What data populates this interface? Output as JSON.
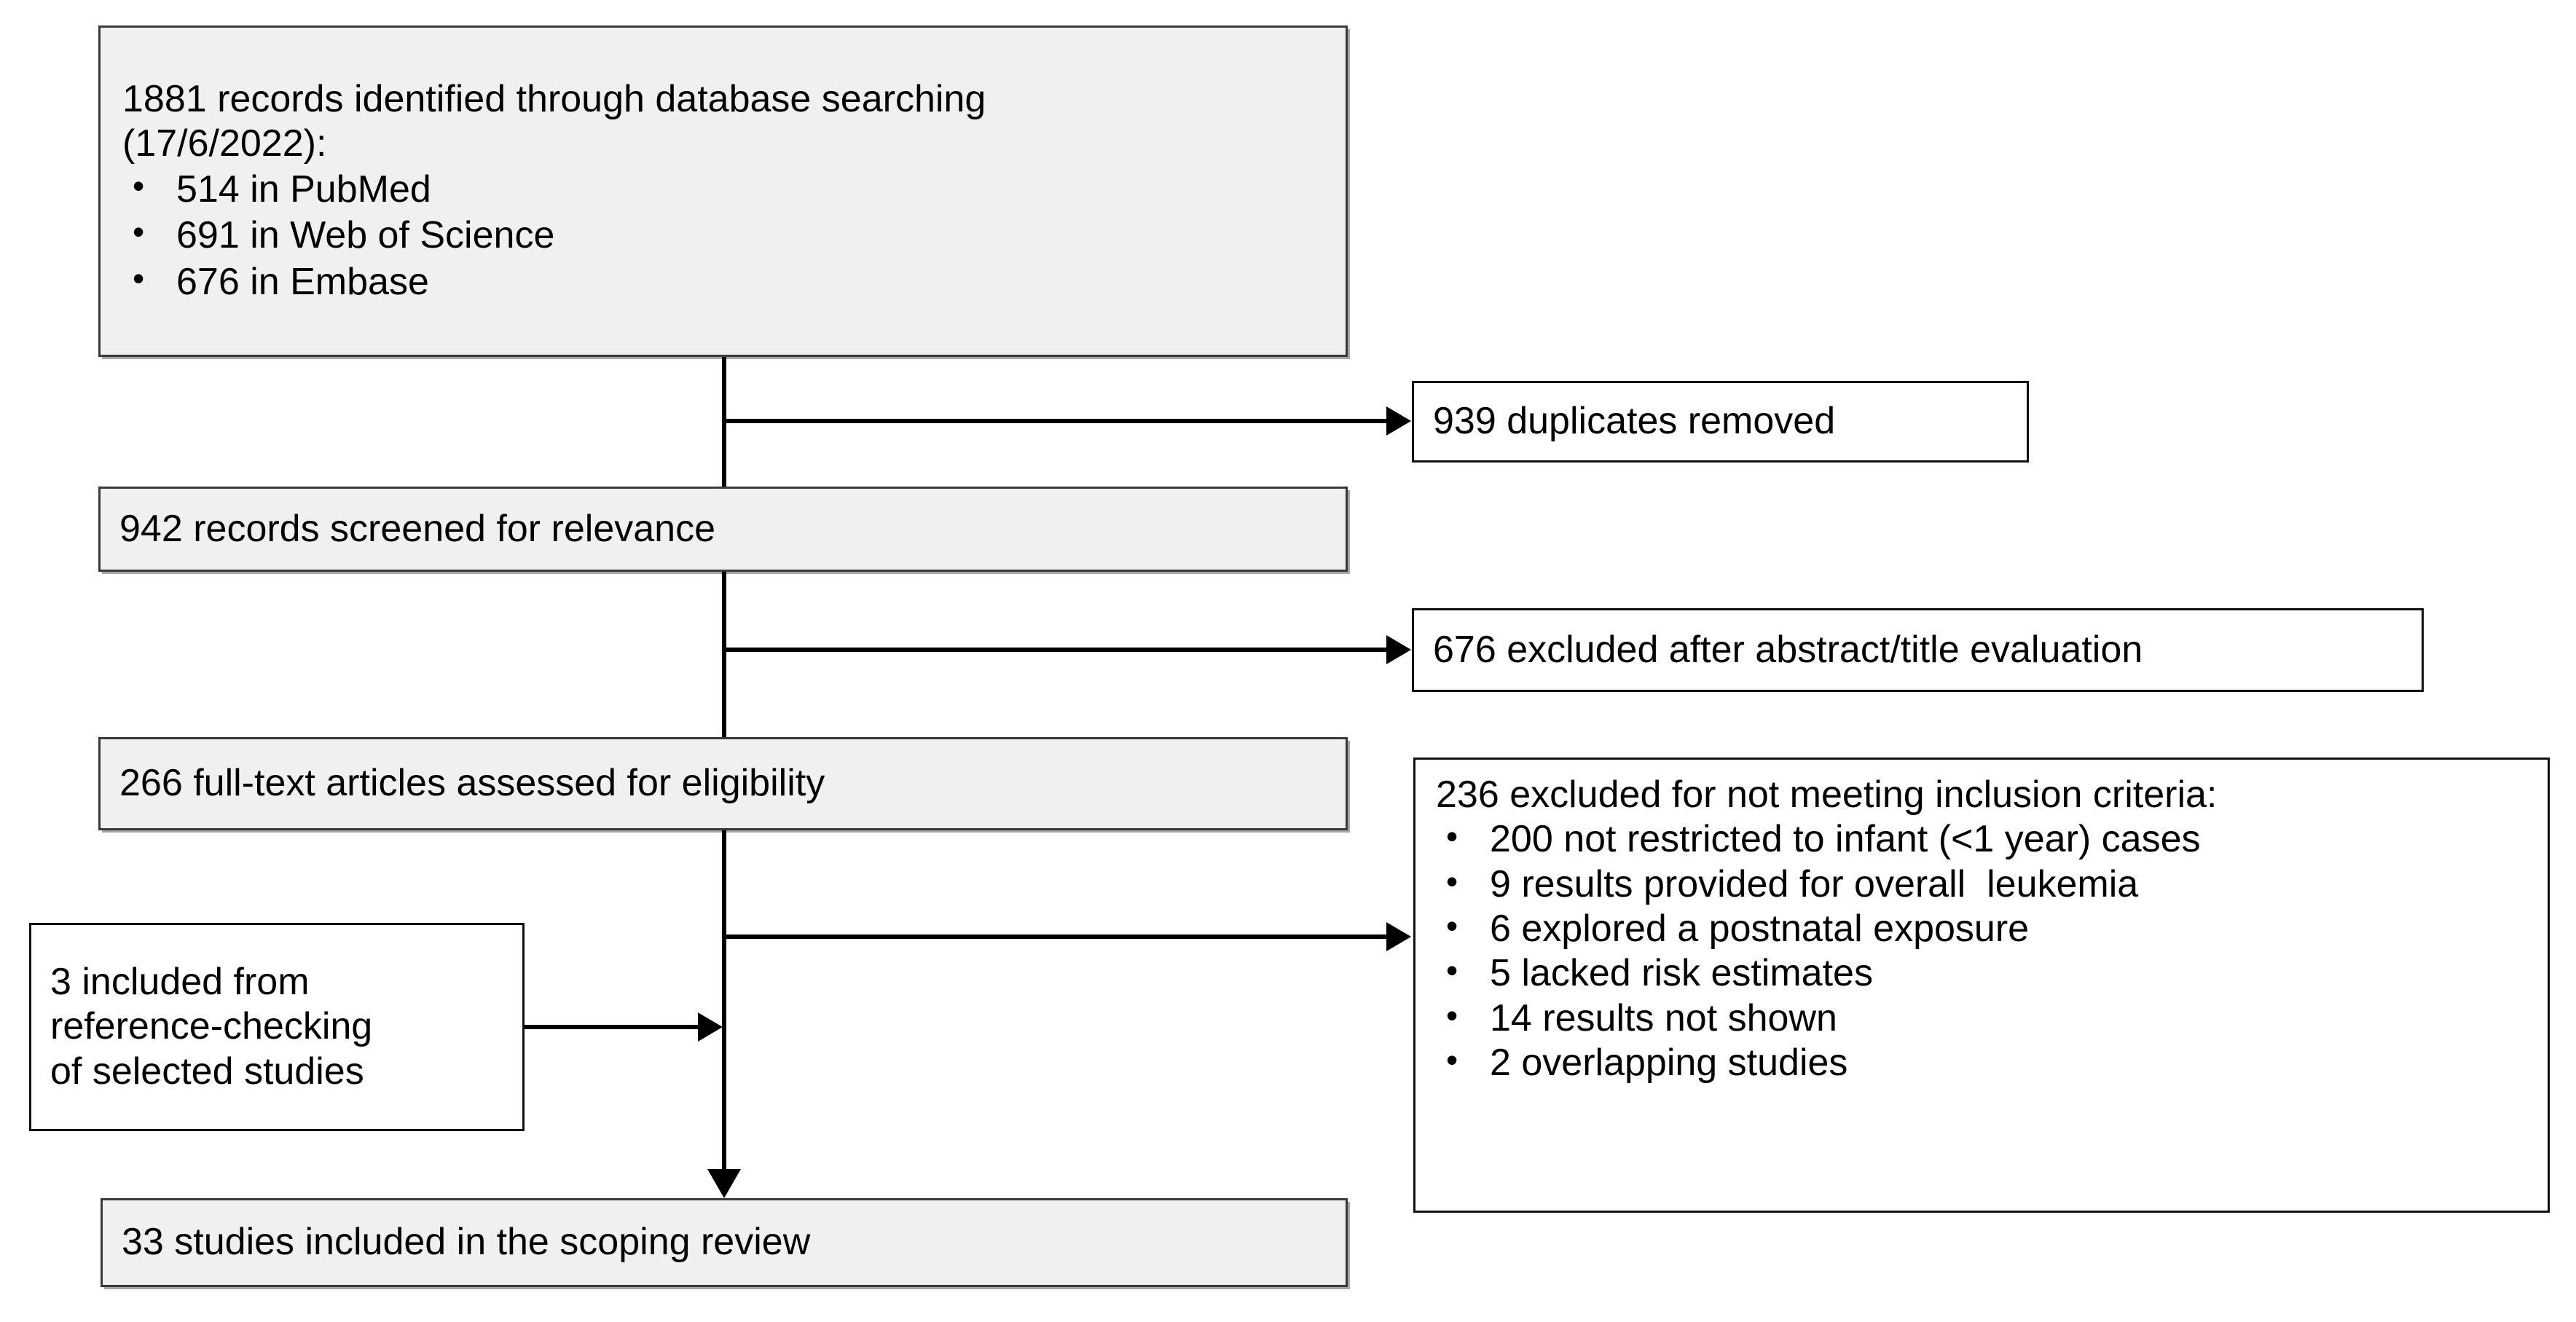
{
  "diagram": {
    "title": "PRISMA scoping review flow diagram",
    "colors": {
      "shaded_box_fill": "#f0f0f0",
      "plain_box_fill": "#ffffff",
      "border": "#0d0d0d",
      "line": "#000000",
      "text": "#000000"
    }
  },
  "boxes": {
    "identification": {
      "heading_line1": "1881 records identified through database searching",
      "heading_line2": "(17/6/2022):",
      "bullets": [
        "514 in PubMed",
        "691 in Web of Science",
        "676 in Embase"
      ]
    },
    "duplicates_removed": {
      "text": "939 duplicates removed"
    },
    "screening": {
      "text": "942 records screened for relevance"
    },
    "excluded_abstract_title": {
      "text": "676 excluded after abstract/title evaluation"
    },
    "eligibility": {
      "text": "266 full-text articles assessed for eligibility"
    },
    "excluded_inclusion_criteria": {
      "heading": "236 excluded for not meeting inclusion criteria:",
      "bullets": [
        "200 not restricted to infant (<1 year) cases",
        "9 results provided for overall  leukemia",
        "6 explored a postnatal exposure",
        "5 lacked risk estimates",
        "14 results not shown",
        "2 overlapping studies"
      ]
    },
    "reference_checking": {
      "line1": "3 included from",
      "line2": "reference-checking",
      "line3": "of selected studies"
    },
    "included": {
      "text": "33 studies included in the scoping review"
    }
  }
}
